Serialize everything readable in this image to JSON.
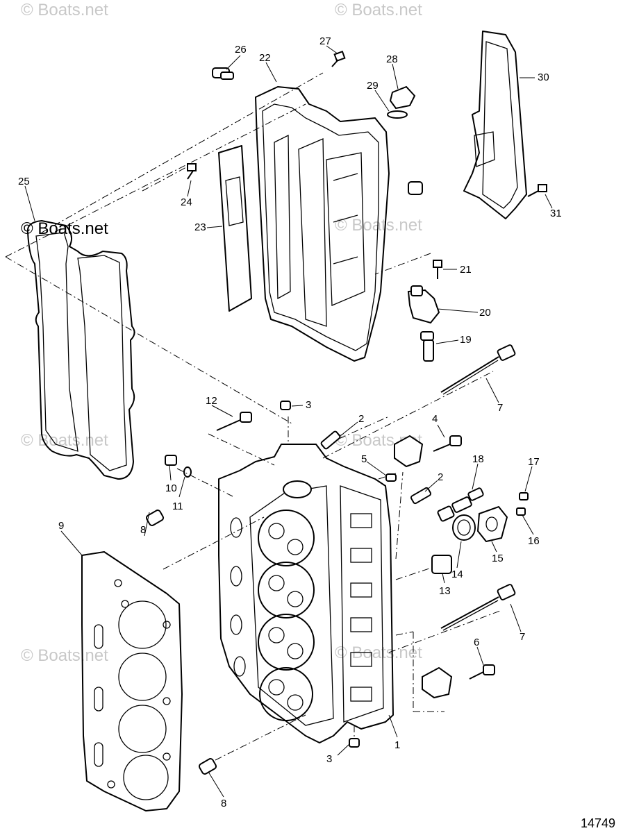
{
  "watermarks": [
    {
      "text": "© Boats.net",
      "emphasis": false
    },
    {
      "text": "© Boats.net",
      "emphasis": false
    },
    {
      "text": "© Boats.net",
      "emphasis": true
    },
    {
      "text": "© Boats.net",
      "emphasis": false
    },
    {
      "text": "© Boats.net",
      "emphasis": false
    },
    {
      "text": "© Boats.net",
      "emphasis": false
    },
    {
      "text": "© Boats.net",
      "emphasis": false
    },
    {
      "text": "© Boats.net",
      "emphasis": false
    }
  ],
  "figure_number": "14749",
  "callouts": [
    "1",
    "2",
    "2",
    "3",
    "3",
    "4",
    "5",
    "6",
    "7",
    "7",
    "8",
    "8",
    "9",
    "10",
    "11",
    "12",
    "13",
    "14",
    "15",
    "16",
    "17",
    "18",
    "19",
    "20",
    "21",
    "22",
    "23",
    "24",
    "25",
    "26",
    "27",
    "28",
    "29",
    "30",
    "31"
  ]
}
